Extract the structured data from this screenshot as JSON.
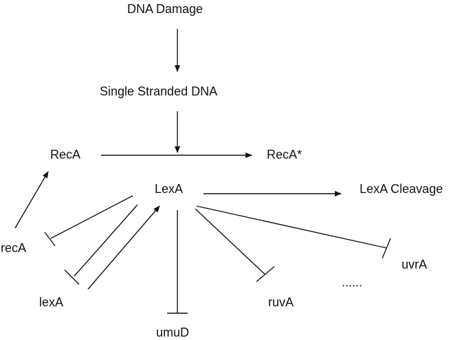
{
  "nodes": {
    "dna_damage": "DNA Damage",
    "single_stranded_dna": "Single Stranded DNA",
    "reca_protein": "RecA",
    "reca_activated": "RecA*",
    "lexa_protein": "LexA",
    "lexa_cleavage": "LexA Cleavage",
    "reca_gene": "recA",
    "lexa_gene": "lexA",
    "umud_gene": "umuD",
    "ruva_gene": "ruvA",
    "ellipsis": "......",
    "uvra_gene": "uvrA"
  },
  "edges": [
    {
      "from": "dna_damage",
      "to": "single_stranded_dna",
      "type": "activation"
    },
    {
      "from": "single_stranded_dna",
      "to": "reca_to_reca_activated",
      "type": "activation"
    },
    {
      "from": "reca_protein",
      "to": "reca_activated",
      "type": "activation"
    },
    {
      "from": "lexa_protein",
      "to": "lexa_cleavage",
      "type": "activation"
    },
    {
      "from": "reca_gene",
      "to": "reca_protein",
      "type": "activation"
    },
    {
      "from": "lexa_gene",
      "to": "lexa_protein",
      "type": "activation"
    },
    {
      "from": "lexa_protein",
      "to": "reca_gene",
      "type": "repression"
    },
    {
      "from": "lexa_protein",
      "to": "lexa_gene",
      "type": "repression"
    },
    {
      "from": "lexa_protein",
      "to": "umud_gene",
      "type": "repression"
    },
    {
      "from": "lexa_protein",
      "to": "ruva_gene",
      "type": "repression"
    },
    {
      "from": "lexa_protein",
      "to": "uvra_gene",
      "type": "repression"
    }
  ],
  "colors": {
    "line": "#111111",
    "text": "#111111",
    "background": "#ffffff"
  }
}
